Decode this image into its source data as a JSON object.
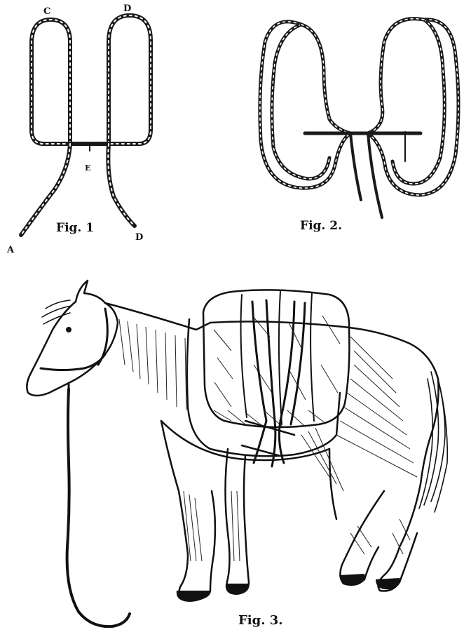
{
  "fig1": {
    "caption": "Fig. 1",
    "labels": {
      "c": "C",
      "d_top": "D",
      "e": "E",
      "a": "A",
      "d_bottom": "D"
    }
  },
  "fig2": {
    "caption": "Fig. 2."
  },
  "fig3": {
    "caption": "Fig. 3."
  }
}
